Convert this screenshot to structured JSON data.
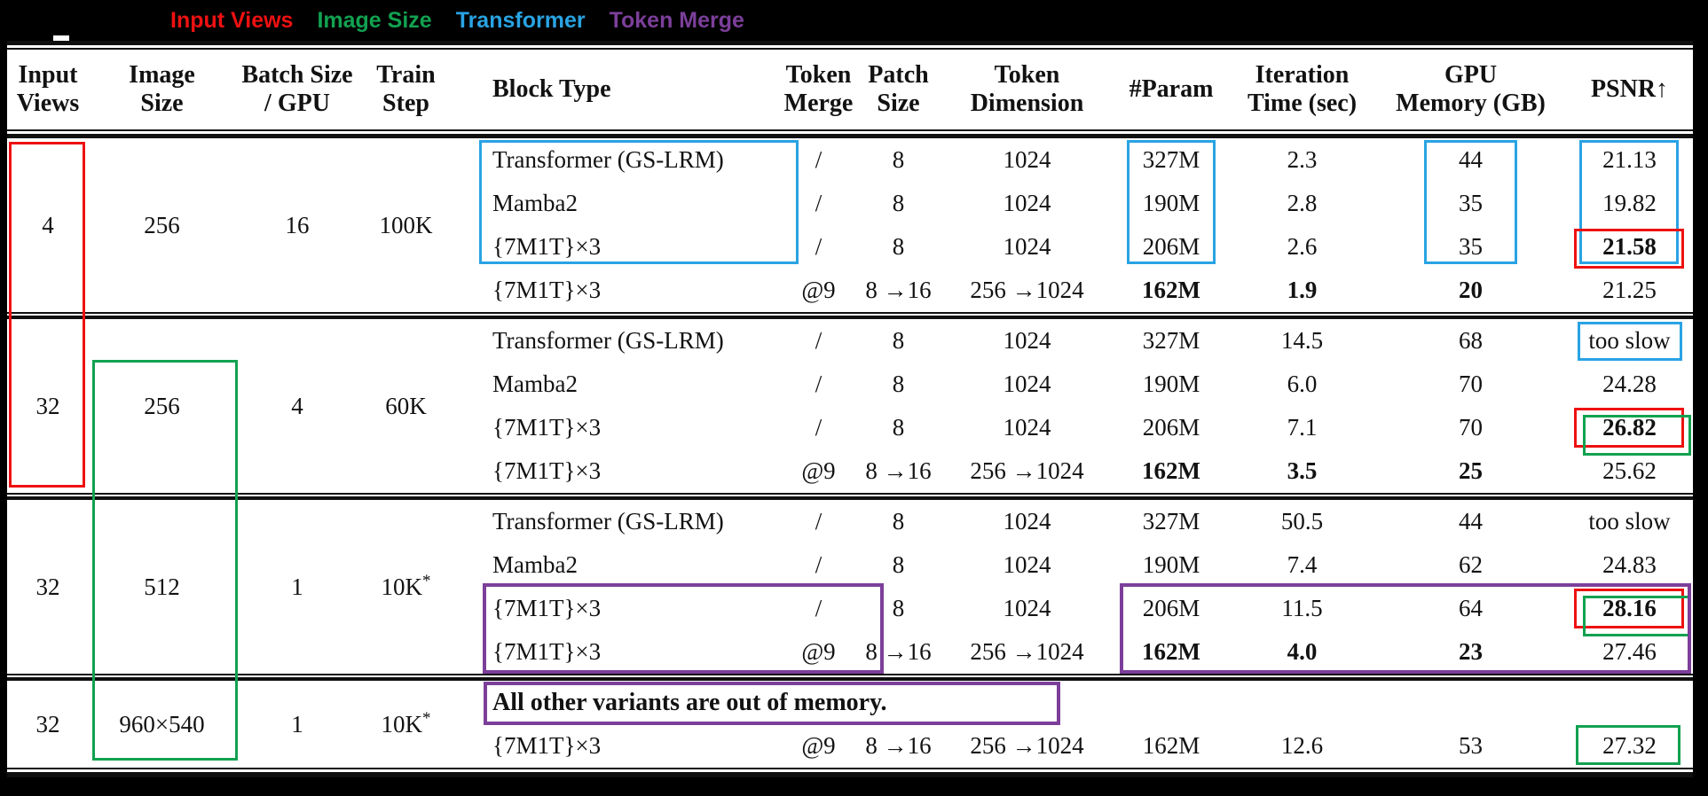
{
  "colors": {
    "page_background": "#000000",
    "table_background": "#ffffff",
    "text": "#121212",
    "highlight_red": "#ee1111",
    "highlight_green": "#12a150",
    "highlight_blue": "#29a3e3",
    "highlight_purple": "#7c3f9a"
  },
  "legend": {
    "items": [
      {
        "label": "Input Views",
        "color_key": "highlight_red"
      },
      {
        "label": "Image Size",
        "color_key": "highlight_green"
      },
      {
        "label": "Transformer",
        "color_key": "highlight_blue"
      },
      {
        "label": "Token Merge",
        "color_key": "highlight_purple"
      }
    ]
  },
  "table": {
    "columns": [
      {
        "key": "input_views",
        "label": "Input\nViews"
      },
      {
        "key": "image_size",
        "label": "Image\nSize"
      },
      {
        "key": "batch_size_per_gpu",
        "label": "Batch Size\n/ GPU"
      },
      {
        "key": "train_step",
        "label": "Train\nStep"
      },
      {
        "key": "block_type",
        "label": "Block Type"
      },
      {
        "key": "token_merge",
        "label": "Token\nMerge"
      },
      {
        "key": "patch_size",
        "label": "Patch\nSize"
      },
      {
        "key": "token_dimension",
        "label": "Token\nDimension"
      },
      {
        "key": "param",
        "label": "#Param"
      },
      {
        "key": "iteration_time",
        "label": "Iteration\nTime (sec)"
      },
      {
        "key": "gpu_memory",
        "label": "GPU\nMemory (GB)"
      },
      {
        "key": "psnr",
        "label": "PSNR↑"
      }
    ],
    "groups": [
      {
        "input_views": "4",
        "image_size": "256",
        "batch_size_per_gpu": "16",
        "train_step": "100K",
        "train_step_superscript": "",
        "rows": [
          {
            "block_type": "Transformer (GS-LRM)",
            "token_merge": "/",
            "patch_size": "8",
            "token_dimension": "1024",
            "param": "327M",
            "iteration_time": "2.3",
            "gpu_memory": "44",
            "psnr": "21.13",
            "bold": []
          },
          {
            "block_type": "Mamba2",
            "token_merge": "/",
            "patch_size": "8",
            "token_dimension": "1024",
            "param": "190M",
            "iteration_time": "2.8",
            "gpu_memory": "35",
            "psnr": "19.82",
            "bold": []
          },
          {
            "block_type": "{7M1T}×3",
            "token_merge": "/",
            "patch_size": "8",
            "token_dimension": "1024",
            "param": "206M",
            "iteration_time": "2.6",
            "gpu_memory": "35",
            "psnr": "21.58",
            "bold": [
              "psnr"
            ]
          },
          {
            "block_type": "{7M1T}×3",
            "token_merge": "@9",
            "patch_size": "8 →16",
            "token_dimension": "256 →1024",
            "param": "162M",
            "iteration_time": "1.9",
            "gpu_memory": "20",
            "psnr": "21.25",
            "bold": [
              "param",
              "iteration_time",
              "gpu_memory"
            ]
          }
        ]
      },
      {
        "input_views": "32",
        "image_size": "256",
        "batch_size_per_gpu": "4",
        "train_step": "60K",
        "train_step_superscript": "",
        "rows": [
          {
            "block_type": "Transformer (GS-LRM)",
            "token_merge": "/",
            "patch_size": "8",
            "token_dimension": "1024",
            "param": "327M",
            "iteration_time": "14.5",
            "gpu_memory": "68",
            "psnr": "too slow",
            "bold": []
          },
          {
            "block_type": "Mamba2",
            "token_merge": "/",
            "patch_size": "8",
            "token_dimension": "1024",
            "param": "190M",
            "iteration_time": "6.0",
            "gpu_memory": "70",
            "psnr": "24.28",
            "bold": []
          },
          {
            "block_type": "{7M1T}×3",
            "token_merge": "/",
            "patch_size": "8",
            "token_dimension": "1024",
            "param": "206M",
            "iteration_time": "7.1",
            "gpu_memory": "70",
            "psnr": "26.82",
            "bold": [
              "psnr"
            ]
          },
          {
            "block_type": "{7M1T}×3",
            "token_merge": "@9",
            "patch_size": "8 →16",
            "token_dimension": "256 →1024",
            "param": "162M",
            "iteration_time": "3.5",
            "gpu_memory": "25",
            "psnr": "25.62",
            "bold": [
              "param",
              "iteration_time",
              "gpu_memory"
            ]
          }
        ]
      },
      {
        "input_views": "32",
        "image_size": "512",
        "batch_size_per_gpu": "1",
        "train_step": "10K",
        "train_step_superscript": "*",
        "rows": [
          {
            "block_type": "Transformer (GS-LRM)",
            "token_merge": "/",
            "patch_size": "8",
            "token_dimension": "1024",
            "param": "327M",
            "iteration_time": "50.5",
            "gpu_memory": "44",
            "psnr": "too slow",
            "bold": []
          },
          {
            "block_type": "Mamba2",
            "token_merge": "/",
            "patch_size": "8",
            "token_dimension": "1024",
            "param": "190M",
            "iteration_time": "7.4",
            "gpu_memory": "62",
            "psnr": "24.83",
            "bold": []
          },
          {
            "block_type": "{7M1T}×3",
            "token_merge": "/",
            "patch_size": "8",
            "token_dimension": "1024",
            "param": "206M",
            "iteration_time": "11.5",
            "gpu_memory": "64",
            "psnr": "28.16",
            "bold": [
              "psnr"
            ]
          },
          {
            "block_type": "{7M1T}×3",
            "token_merge": "@9",
            "patch_size": "8 →16",
            "token_dimension": "256 →1024",
            "param": "162M",
            "iteration_time": "4.0",
            "gpu_memory": "23",
            "psnr": "27.46",
            "bold": [
              "param",
              "iteration_time",
              "gpu_memory"
            ]
          }
        ]
      },
      {
        "input_views": "32",
        "image_size": "960×540",
        "batch_size_per_gpu": "1",
        "train_step": "10K",
        "train_step_superscript": "*",
        "note": "All other variants are out of memory.",
        "rows": [
          {
            "block_type": "{7M1T}×3",
            "token_merge": "@9",
            "patch_size": "8 →16",
            "token_dimension": "256 →1024",
            "param": "162M",
            "iteration_time": "12.6",
            "gpu_memory": "53",
            "psnr": "27.32",
            "bold": []
          }
        ]
      }
    ]
  }
}
